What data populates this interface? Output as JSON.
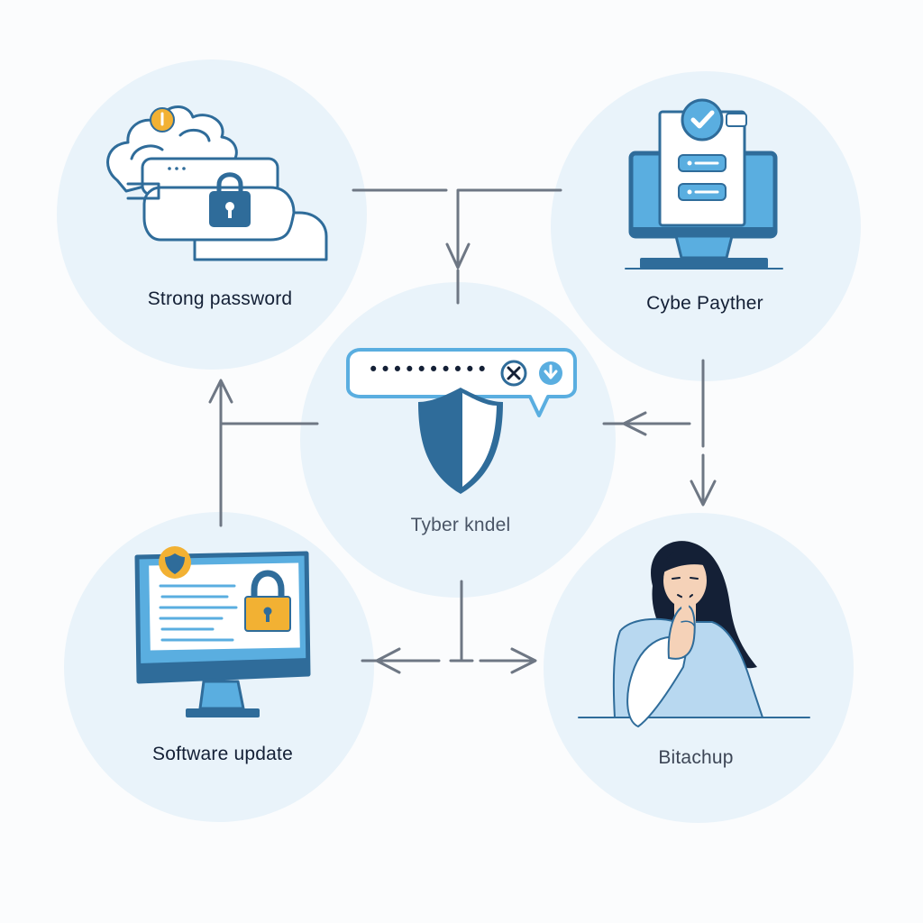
{
  "nodes": {
    "top_left": {
      "label": "Strong password",
      "icon": "cloud-lock-icon"
    },
    "top_right": {
      "label": "Cybe Payther",
      "icon": "monitor-checklist-icon"
    },
    "center": {
      "label": "Tyber kndel",
      "icon": "shield-icon",
      "password_mask": "••••••••••"
    },
    "bottom_left": {
      "label": "Software update",
      "icon": "monitor-padlock-icon"
    },
    "bottom_right": {
      "label": "Bitachup",
      "icon": "woman-thinking-icon"
    }
  },
  "colors": {
    "circle_fill": "#e9f3fa",
    "accent_blue": "#2f6c9a",
    "light_blue": "#5aaee0",
    "gold": "#f2b133",
    "line_gray": "#6e7784",
    "text_dark": "#142036"
  }
}
